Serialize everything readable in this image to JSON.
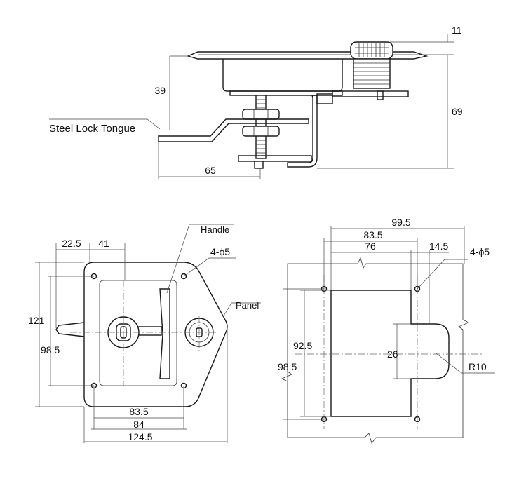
{
  "side_view": {
    "tongue_label": "Steel Lock Tongue",
    "dim_height": "39",
    "dim_total_height": "69",
    "dim_cap": "11",
    "dim_width": "65"
  },
  "front_view": {
    "dim_22_5": "22.5",
    "dim_41": "41",
    "label_handle": "Handle",
    "label_holes": "4-ϕ5",
    "label_panel": "Panel",
    "dim_121": "121",
    "dim_98_5": "98.5",
    "dim_83_5": "83.5",
    "dim_84": "84",
    "dim_124_5": "124.5"
  },
  "cutout_view": {
    "dim_99_5": "99.5",
    "dim_83_5": "83.5",
    "dim_76": "76",
    "dim_14_5": "14.5",
    "label_holes": "4-ϕ5",
    "dim_92_5": "92.5",
    "dim_98_5": "98.5",
    "dim_26": "26",
    "dim_r10": "R10"
  }
}
